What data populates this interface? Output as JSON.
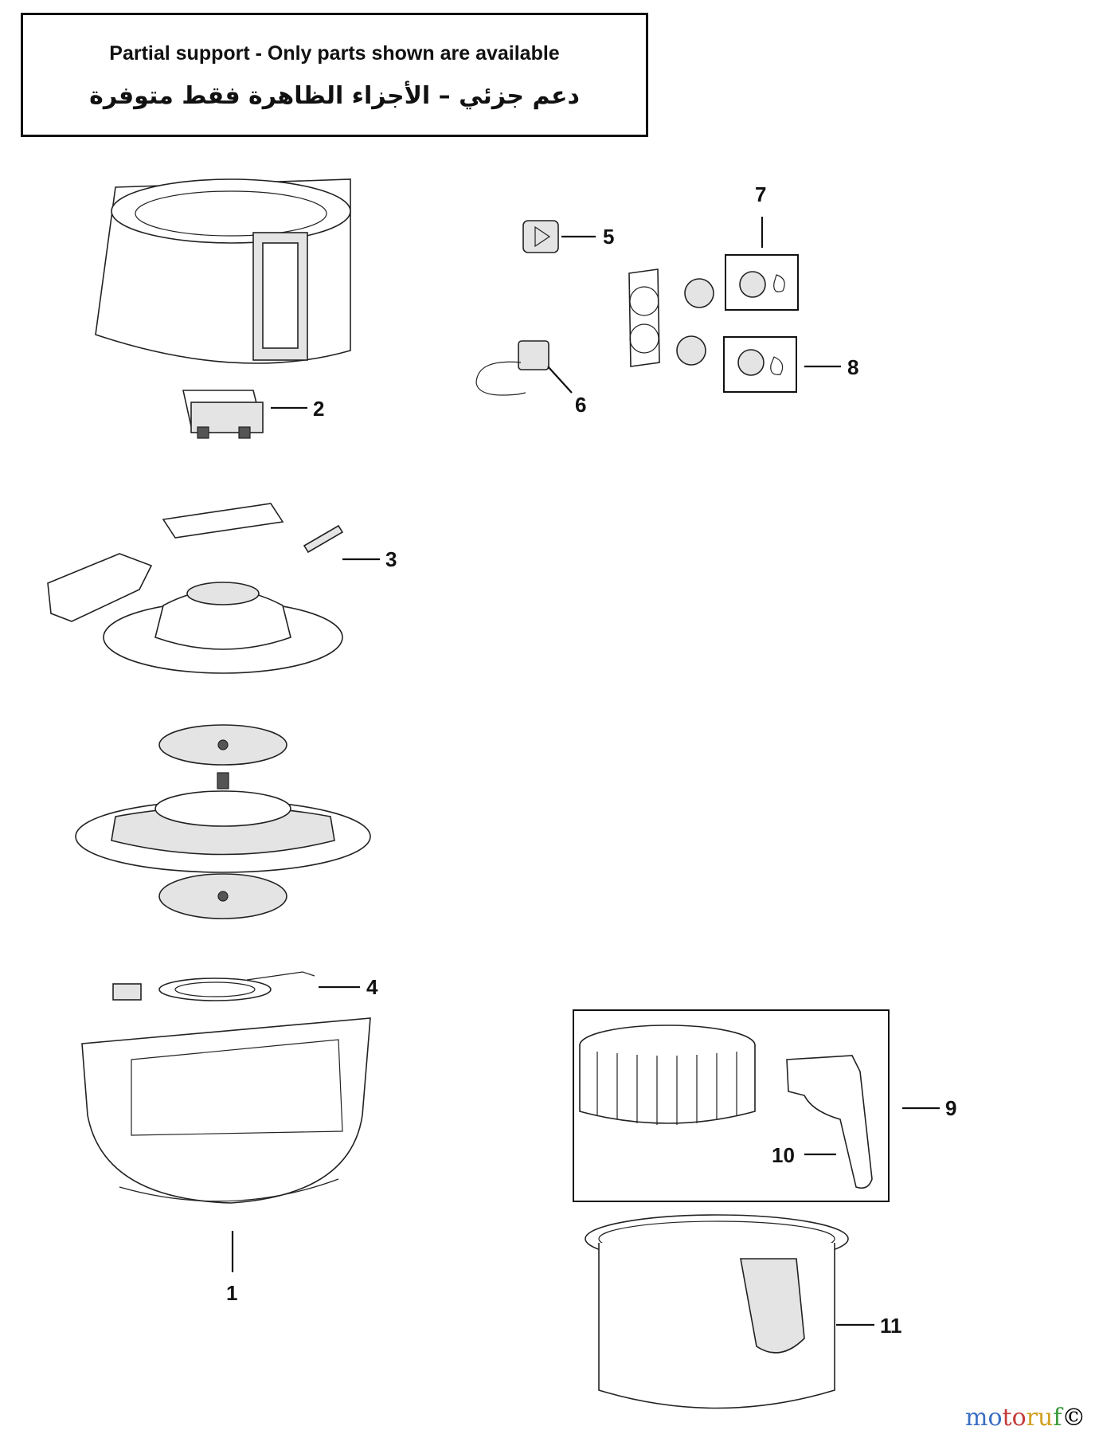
{
  "notice": {
    "english": "Partial support - Only parts shown are available",
    "arabic": "دعم جزئي – الأجزاء الظاهرة فقط متوفرة"
  },
  "callouts": [
    "1",
    "2",
    "3",
    "4",
    "5",
    "6",
    "7",
    "8",
    "9",
    "10",
    "11"
  ],
  "watermark": {
    "part1": "mo",
    "part2": "to",
    "part3": "ru",
    "part4": "f",
    "copyright": "©"
  }
}
